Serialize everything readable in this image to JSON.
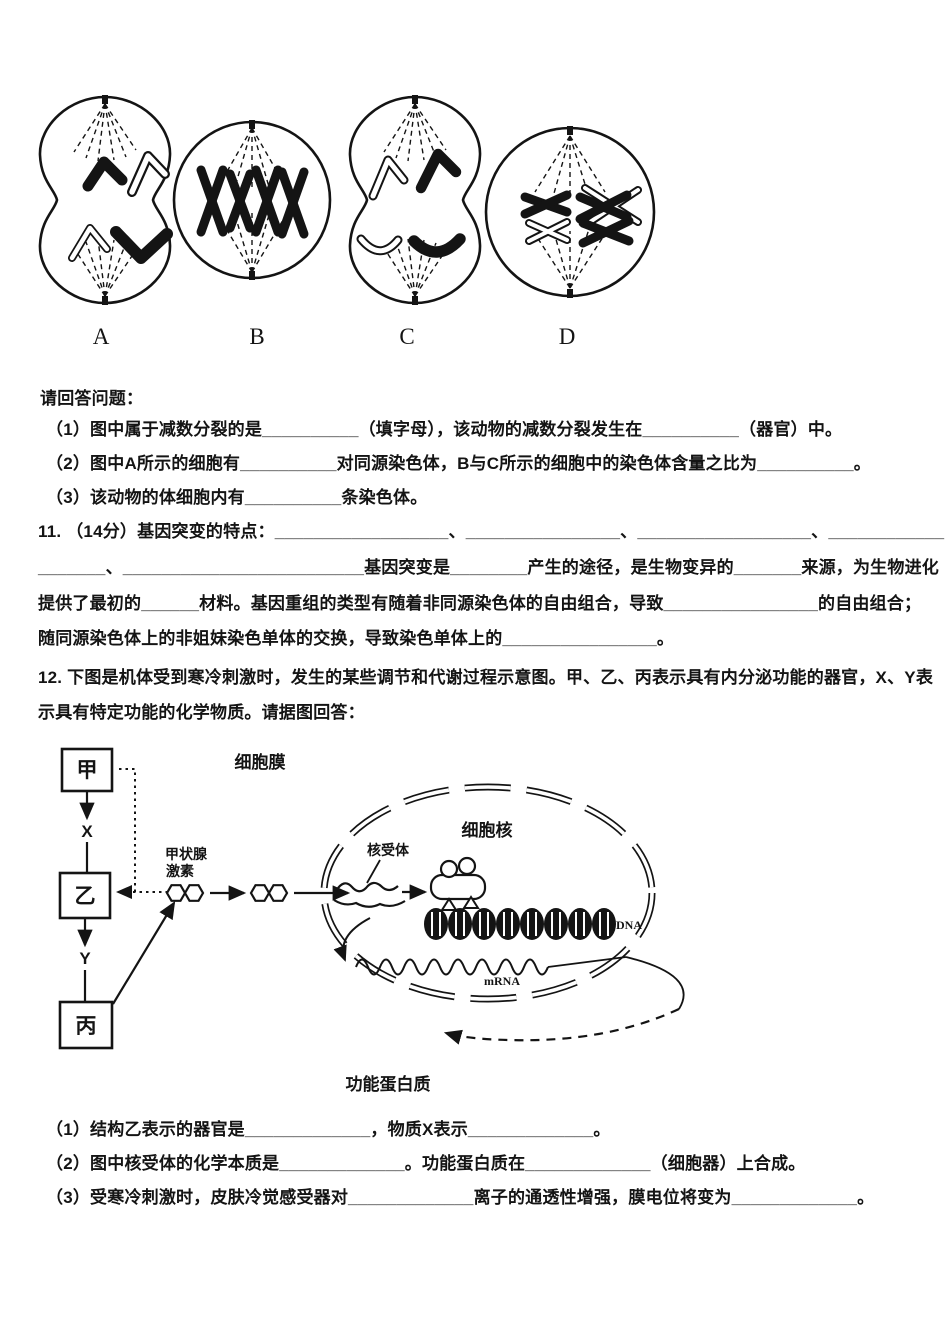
{
  "colors": {
    "ink": "#141414",
    "paper": "#ffffff"
  },
  "figure1": {
    "labels": [
      "A",
      "B",
      "C",
      "D"
    ]
  },
  "prompt": "请回答问题：",
  "q10": {
    "parts": [
      "（1）图中属于减数分裂的是__________（填字母），该动物的减数分裂发生在__________（器官）中。",
      "（2）图中A所示的细胞有__________对同源染色体，B与C所示的细胞中的染色体含量之比为__________。",
      "（3）该动物的体细胞内有__________条染色体。"
    ]
  },
  "q11": {
    "lines": [
      "11. （14分）基因突变的特点：__________________、________________、__________________、____________",
      "_______、_________________________基因突变是________产生的途径，是生物变异的_______来源，为生物进化",
      "提供了最初的______材料。基因重组的类型有随着非同源染色体的自由组合，导致________________的自由组合；",
      "随同源染色体上的非姐妹染色单体的交换，导致染色单体上的________________。"
    ]
  },
  "q12": {
    "intro": [
      "12. 下图是机体受到寒冷刺激时，发生的某些调节和代谢过程示意图。甲、乙、丙表示具有内分泌功能的器官，X、Y表",
      "示具有特定功能的化学物质。请据图回答："
    ],
    "diagram": {
      "organ1": "甲",
      "organ2": "乙",
      "organ3": "丙",
      "substance_x": "X",
      "substance_y": "Y",
      "membrane": "细胞膜",
      "nucleus": "细胞核",
      "receptor": "核受体",
      "hormone_line1": "甲状腺",
      "hormone_line2": "激素",
      "dna": "DNA",
      "mrna": "mRNA",
      "protein": "功能蛋白质"
    },
    "parts": [
      "（1）结构乙表示的器官是_____________，物质X表示_____________。",
      "（2）图中核受体的化学本质是_____________。功能蛋白质在_____________（细胞器）上合成。",
      "（3）受寒冷刺激时，皮肤冷觉感受器对_____________离子的通透性增强，膜电位将变为_____________。"
    ]
  }
}
